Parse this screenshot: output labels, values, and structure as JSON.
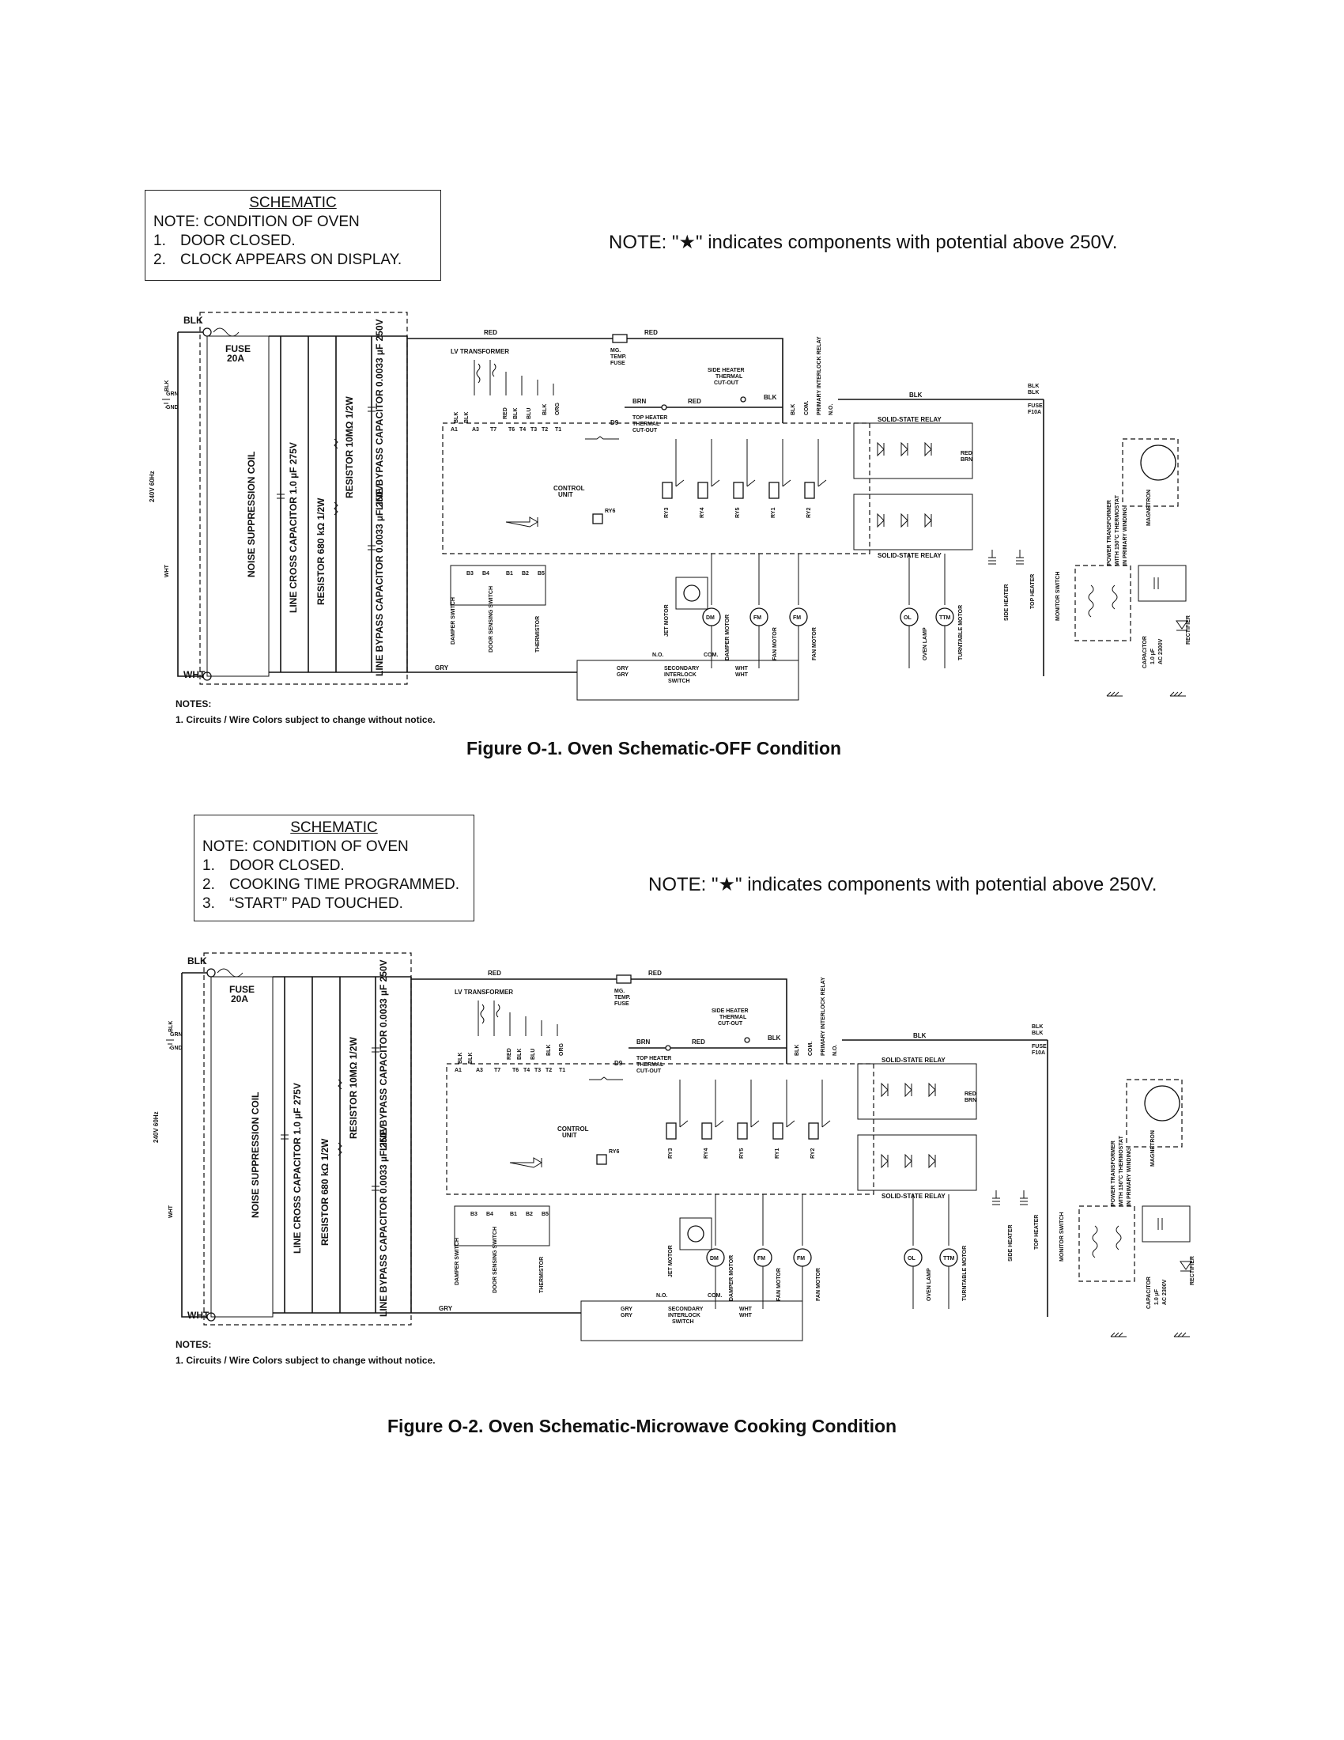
{
  "hv_note": "NOTE: \"★\" indicates components with potential above 250V.",
  "figures": [
    {
      "schematic_title": "SCHEMATIC",
      "condition": "NOTE: CONDITION OF OVEN",
      "steps": [
        {
          "num": "1.",
          "text": "DOOR CLOSED."
        },
        {
          "num": "2.",
          "text": "CLOCK APPEARS ON DISPLAY."
        }
      ],
      "caption": "Figure O-1. Oven Schematic-OFF Condition"
    },
    {
      "schematic_title": "SCHEMATIC",
      "condition": "NOTE: CONDITION OF OVEN",
      "steps": [
        {
          "num": "1.",
          "text": "DOOR CLOSED."
        },
        {
          "num": "2.",
          "text": "COOKING TIME PROGRAMMED."
        },
        {
          "num": "3.",
          "text": "“START” PAD TOUCHED."
        }
      ],
      "caption": "Figure O-2. Oven Schematic-Microwave Cooking Condition"
    }
  ],
  "notes_heading": "NOTES:",
  "notes_text": "1.  Circuits / Wire Colors subject to change without notice.",
  "schematic": {
    "blk": "BLK",
    "wht": "WHT",
    "grn": "GRN",
    "gnd": "GND",
    "supply": "240V 60Hz",
    "fuse": "FUSE",
    "fuse_rating": "20A",
    "noise_coil": "NOISE SUPPRESSION COIL",
    "line_cross_cap": "LINE CROSS CAPACITOR 1.0 µF 275V",
    "resistor_680": "RESISTOR 680 kΩ 1/2W",
    "resistor_10m": "RESISTOR 10MΩ 1/2W",
    "line_bypass_cap": "LINE BYPASS CAPACITOR 0.0033 µF 250V",
    "red": "RED",
    "gry": "GRY",
    "brn": "BRN",
    "org": "ORG",
    "blu": "BLU",
    "mg_fuse": "MG. TEMP. FUSE",
    "lv_transformer": "LV TRANSFORMER",
    "side_heater_cutout": "SIDE HEATER THERMAL CUT-OUT",
    "top_heater_cutout": "TOP HEATER THERMAL CUT-OUT",
    "primary_relay": "PRIMARY INTERLOCK RELAY",
    "ssr": "SOLID-STATE RELAY",
    "fuse_f10a": "FUSE F10A",
    "control_unit": "CONTROL UNIT",
    "d9": "D9",
    "com": "COM.",
    "no": "N.O.",
    "relays": [
      "RY3",
      "RY4",
      "RY5",
      "RY1",
      "RY2"
    ],
    "ry6": "RY6",
    "damper_switch": "DAMPER SWITCH",
    "door_sensing": "DOOR SENSING SWITCH",
    "thermistor": "THERMISTOR",
    "jet_motor": "JET MOTOR",
    "damper_motor": "DAMPER MOTOR",
    "fan_motor": "FAN MOTOR",
    "oven_lamp": "OVEN LAMP",
    "turntable_motor": "TURNTABLE MOTOR",
    "side_heater": "SIDE HEATER",
    "top_heater": "TOP HEATER",
    "monitor_switch": "MONITOR SWITCH",
    "power_transformer": "POWER TRANSFORMER WITH 150°C THERMOSTAT IN PRIMARY WINDING",
    "magnetron": "MAGNETRON",
    "capacitor": "CAPACITOR 1.0 µF AC 2300V",
    "rectifier": "RECTIFIER",
    "secondary_switch": "SECONDARY INTERLOCK SWITCH",
    "motor_marks": [
      "DM",
      "FM",
      "FM"
    ],
    "ol": "OL",
    "ttm": "TTM"
  }
}
